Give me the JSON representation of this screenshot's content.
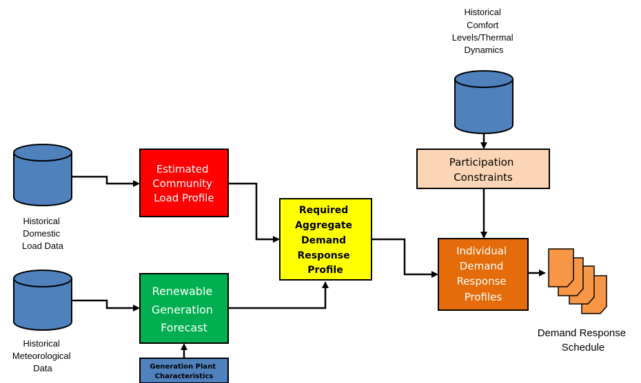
{
  "datastores": {
    "comfort": {
      "lines": [
        "Historical",
        "Comfort",
        "Levels/Thermal",
        "Dynamics"
      ]
    },
    "load": {
      "lines": [
        "Historical",
        "Domestic",
        "Load Data"
      ]
    },
    "meteo": {
      "lines": [
        "Historical",
        "Meteorological",
        "Data"
      ]
    }
  },
  "boxes": {
    "community_load": {
      "lines": [
        "Estimated",
        "Community",
        "Load Profile"
      ],
      "fill": "#ff0000",
      "text_color": "#ffffff"
    },
    "renewable": {
      "lines": [
        "Renewable",
        "Generation",
        "Forecast"
      ],
      "fill": "#00b050",
      "text_color": "#ffffff"
    },
    "plant": {
      "lines": [
        "Generation Plant",
        "Characteristics"
      ],
      "fill": "#4f81bd",
      "text_color": "#000000"
    },
    "aggregate": {
      "lines": [
        "Required",
        "Aggregate",
        "Demand",
        "Response",
        "Profile"
      ],
      "fill": "#ffff00",
      "text_color": "#000000"
    },
    "constraints": {
      "lines": [
        "Participation",
        "Constraints"
      ],
      "fill": "#fbd5b5",
      "text_color": "#000000"
    },
    "individual": {
      "lines": [
        "Individual",
        "Demand",
        "Response",
        "Profiles"
      ],
      "fill": "#e46c0a",
      "text_color": "#ffffff"
    }
  },
  "schedule": {
    "lines": [
      "Demand Response",
      "Schedule"
    ],
    "fill": "#f79646"
  },
  "colors": {
    "cylinder": "#4f81bd",
    "cylinder_stroke": "#000000",
    "arrow": "#000000"
  }
}
